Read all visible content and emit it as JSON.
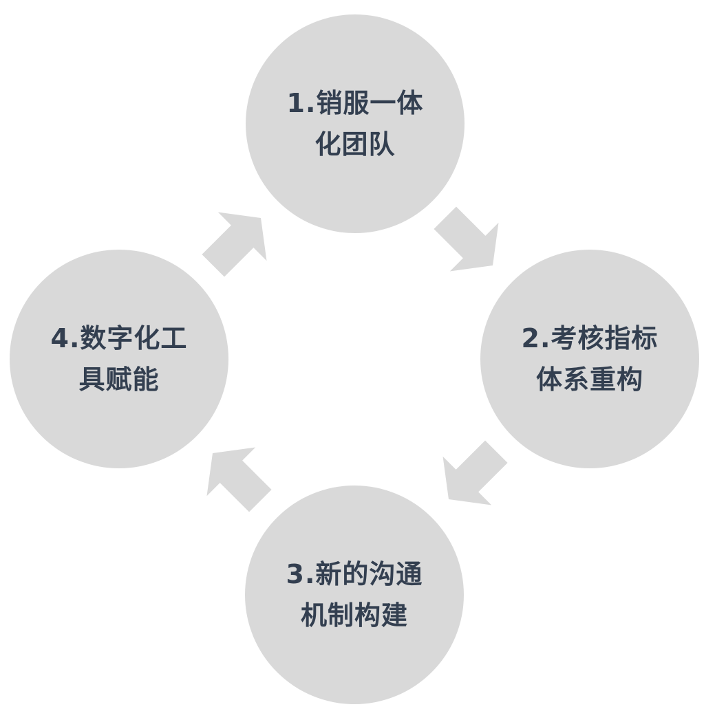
{
  "diagram": {
    "fill_color": "#d9d9d9",
    "arrow_color": "#d9d9d9",
    "text_color": "#333f50",
    "nodes": [
      {
        "lines": [
          "1.销服一体",
          "化团队"
        ]
      },
      {
        "lines": [
          "2.考核指标",
          "体系重构"
        ]
      },
      {
        "lines": [
          "3.新的沟通",
          "机制构建"
        ]
      },
      {
        "lines": [
          "4.数字化工",
          "具赋能"
        ]
      }
    ]
  }
}
